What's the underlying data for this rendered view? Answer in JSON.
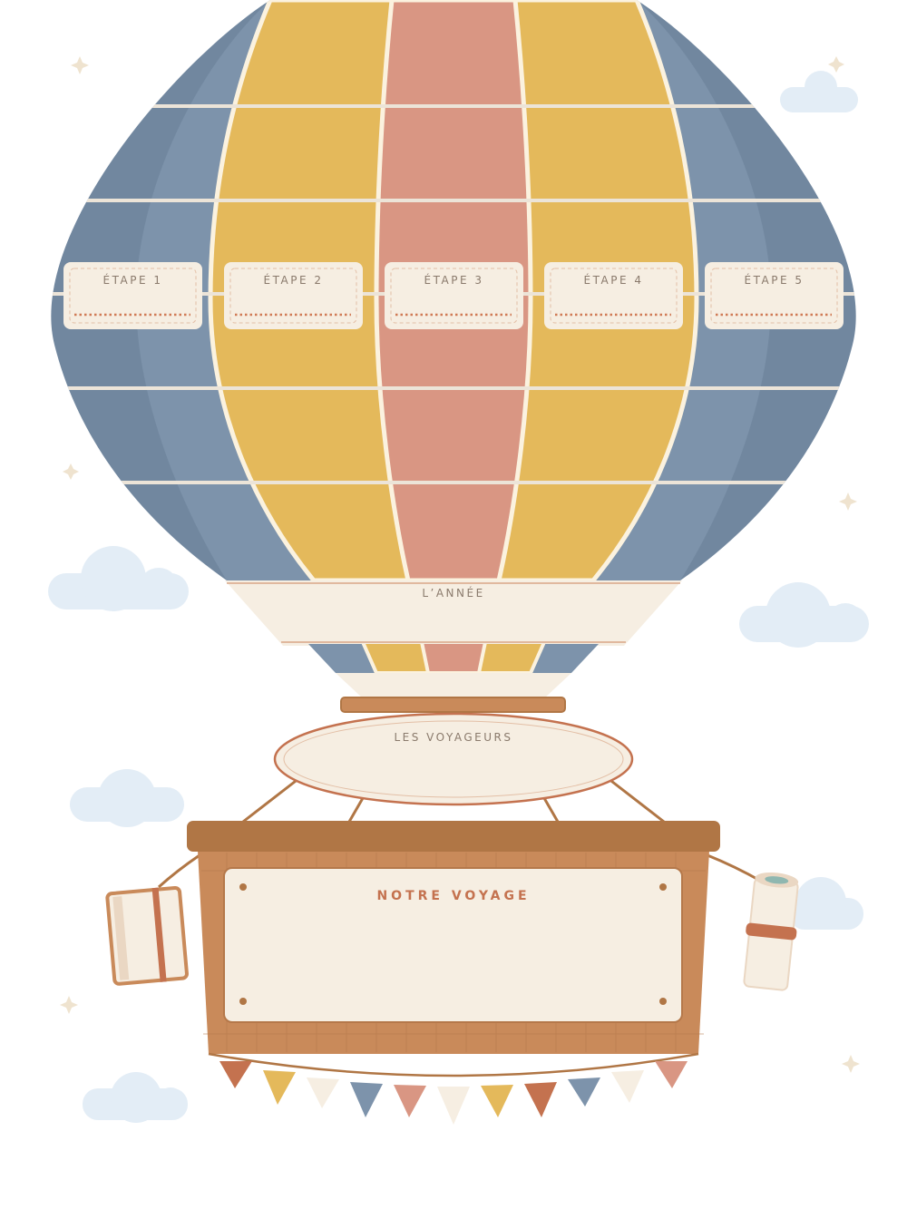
{
  "stages": [
    "ÉTAPE 1",
    "ÉTAPE 2",
    "ÉTAPE 3",
    "ÉTAPE 4",
    "ÉTAPE 5"
  ],
  "year_label": "L’ANNÉE",
  "travelers_label": "LES VOYAGEURS",
  "journey_title": "NOTRE VOYAGE",
  "colors": {
    "blue": "#7d93ab",
    "blue_dark": "#71879f",
    "mustard": "#e4b95b",
    "terracotta": "#d99683",
    "cream": "#f6eee2",
    "outline": "#fbf2df",
    "wicker": "#c98a5a",
    "wicker_dark": "#b07645",
    "accent_text": "#c4724f",
    "cloud": "#e3edf6"
  }
}
